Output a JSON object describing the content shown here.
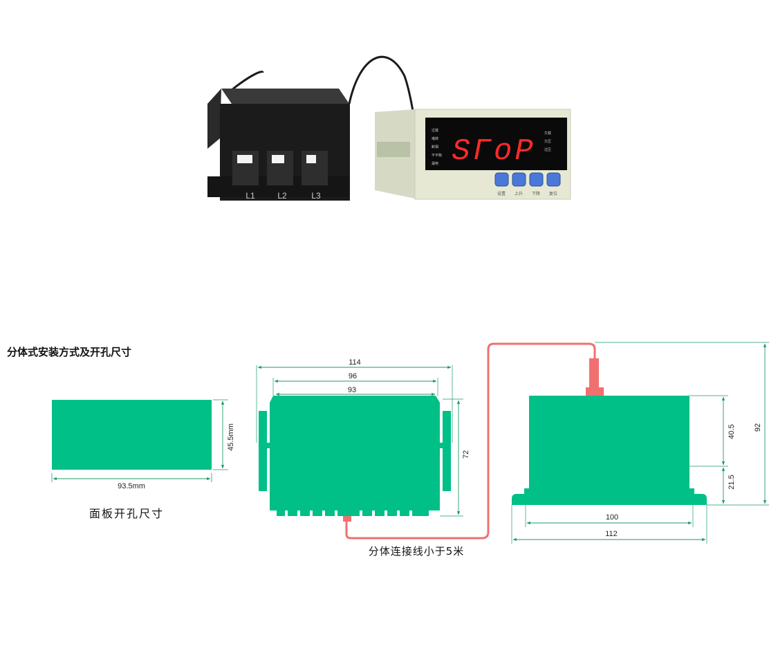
{
  "colors": {
    "green": "#00bf87",
    "dim_line": "#1e9a6a",
    "cable": "#f07070",
    "device_dark": "#1b1b1b",
    "panel_body": "#e6e8d4",
    "display_bg": "#0a0a0a",
    "led_red": "#ff2a2a",
    "button_blue": "#4a78d8"
  },
  "photo": {
    "ct_phase_labels": [
      "L1",
      "L2",
      "L3"
    ],
    "display_text": "SΓoP",
    "left_indicators": [
      "过载",
      "堵转",
      "断相",
      "不平衡",
      "漏电"
    ],
    "right_indicators": [
      "欠载",
      "欠压",
      "过压"
    ],
    "buttons": [
      "设置",
      "上升",
      "下降",
      "复位"
    ],
    "icons": [
      "ct-block-icon",
      "controller-panel-icon",
      "cable-icon"
    ]
  },
  "section_title": "分体式安装方式及开孔尺寸",
  "panel_cutout": {
    "width_label": "93.5mm",
    "height_label": "45.5mm",
    "caption": "面板开孔尺寸"
  },
  "front_view": {
    "dim_114": "114",
    "dim_96": "96",
    "dim_93": "93",
    "dim_72": "72"
  },
  "side_view": {
    "dim_92": "92",
    "dim_40_5": "40.5",
    "dim_21_5": "21.5",
    "dim_100": "100",
    "dim_112": "112"
  },
  "cable_caption": "分体连接线小于5米"
}
